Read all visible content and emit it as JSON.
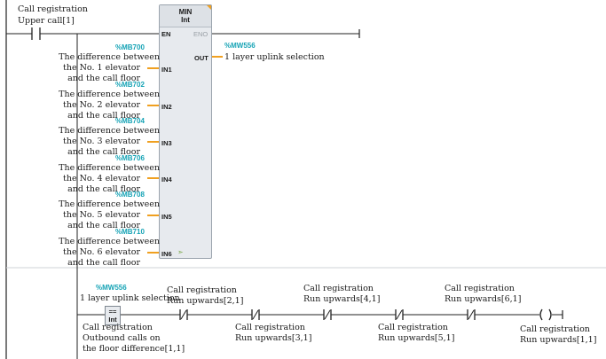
{
  "top_contact": {
    "title": "Call registration",
    "operand": "Upper call[1]"
  },
  "min_block": {
    "name": "MIN",
    "type": "Int",
    "en": "EN",
    "eno": "ENO",
    "out": "OUT",
    "output": {
      "address": "%MW556",
      "text": "1 layer uplink selection"
    },
    "inputs": [
      {
        "pin": "IN1",
        "address": "%MB700",
        "lines": [
          "The difference between",
          "the No. 1 elevator",
          "and the call floor"
        ]
      },
      {
        "pin": "IN2",
        "address": "%MB702",
        "lines": [
          "The difference between",
          "the No. 2 elevator",
          "and the call floor"
        ]
      },
      {
        "pin": "IN3",
        "address": "%MB704",
        "lines": [
          "The difference between",
          "the No. 3 elevator",
          "and the call floor"
        ]
      },
      {
        "pin": "IN4",
        "address": "%MB706",
        "lines": [
          "The difference between",
          "the No. 4 elevator",
          "and the call floor"
        ]
      },
      {
        "pin": "IN5",
        "address": "%MB708",
        "lines": [
          "The difference between",
          "the No. 5 elevator",
          "and the call floor"
        ]
      },
      {
        "pin": "IN6",
        "address": "%MB710",
        "lines": [
          "The difference between",
          "the No. 6 elevator",
          "and the call floor"
        ]
      }
    ]
  },
  "compare": {
    "address": "%MW556",
    "text": "1 layer uplink selection",
    "op": "==",
    "type": "Int",
    "below": [
      "Call registration",
      "Outbound calls on",
      "the floor difference[1,1]"
    ]
  },
  "contacts": [
    {
      "title": "Call registration",
      "operand": "Run upwards[2,1]"
    },
    {
      "title": "Call registration",
      "operand": "Run upwards[3,1]"
    },
    {
      "title": "Call registration",
      "operand": "Run upwards[4,1]"
    },
    {
      "title": "Call registration",
      "operand": "Run upwards[5,1]"
    },
    {
      "title": "Call registration",
      "operand": "Run upwards[6,1]"
    }
  ],
  "coil": {
    "title": "Call registration",
    "operand": "Run upwards[1,1]"
  },
  "colors": {
    "tag": "#16a3b5",
    "wire": "#222222",
    "pin_stub": "#f0a020",
    "block_fill": "#e7eaee"
  }
}
